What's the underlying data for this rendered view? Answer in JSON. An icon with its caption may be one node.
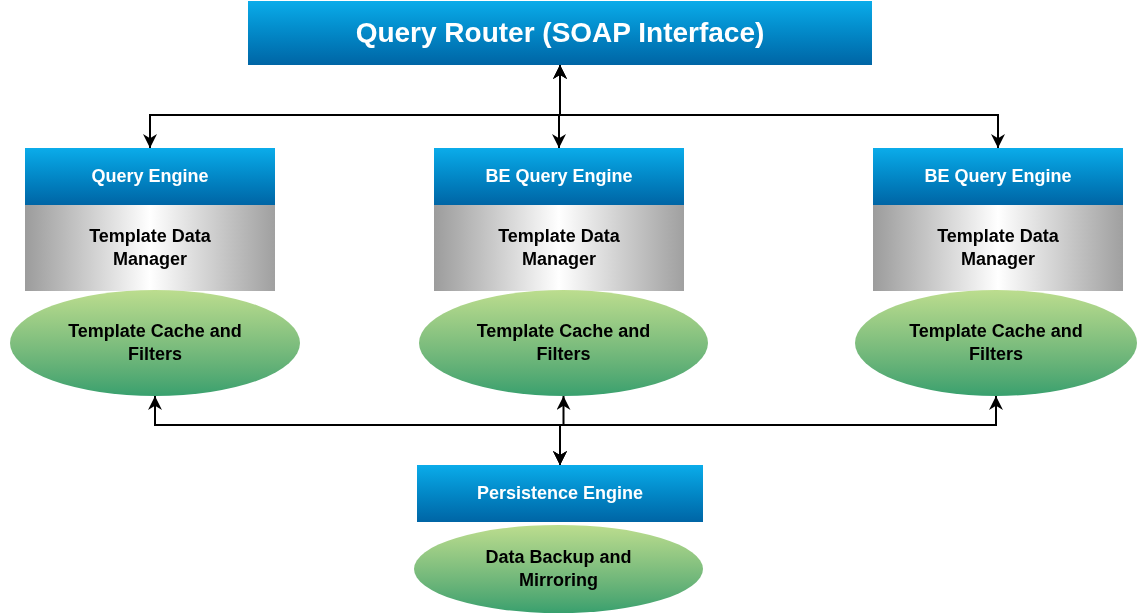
{
  "diagram": {
    "nodes": [
      {
        "text": [
          "Query Router (SOAP Interface)"
        ]
      },
      {
        "text": [
          "Query Engine"
        ]
      },
      {
        "text": [
          "Template Data Manager"
        ]
      },
      {
        "text": [
          "Template Cache and Filters"
        ]
      },
      {
        "text": [
          "BE Query Engine"
        ]
      },
      {
        "text": [
          "Template Data Manager"
        ]
      },
      {
        "text": [
          "Template Cache and Filters"
        ]
      },
      {
        "text": [
          "BE Query Engine"
        ]
      },
      {
        "text": [
          "Template Data Manager"
        ]
      },
      {
        "text": [
          "Template Cache and Filters"
        ]
      },
      {
        "text": [
          "Persistence Engine"
        ]
      },
      {
        "text": [
          "Data Backup and Mirroring"
        ]
      }
    ],
    "edges": [
      {
        "from": 0,
        "to": 1,
        "arrow": "both"
      },
      {
        "from": 0,
        "to": 4,
        "arrow": "both"
      },
      {
        "from": 0,
        "to": 7,
        "arrow": "both"
      },
      {
        "from": 10,
        "to": 3,
        "arrow": "both"
      },
      {
        "from": 10,
        "to": 6,
        "arrow": "both"
      },
      {
        "from": 10,
        "to": 9,
        "arrow": "both"
      }
    ]
  }
}
